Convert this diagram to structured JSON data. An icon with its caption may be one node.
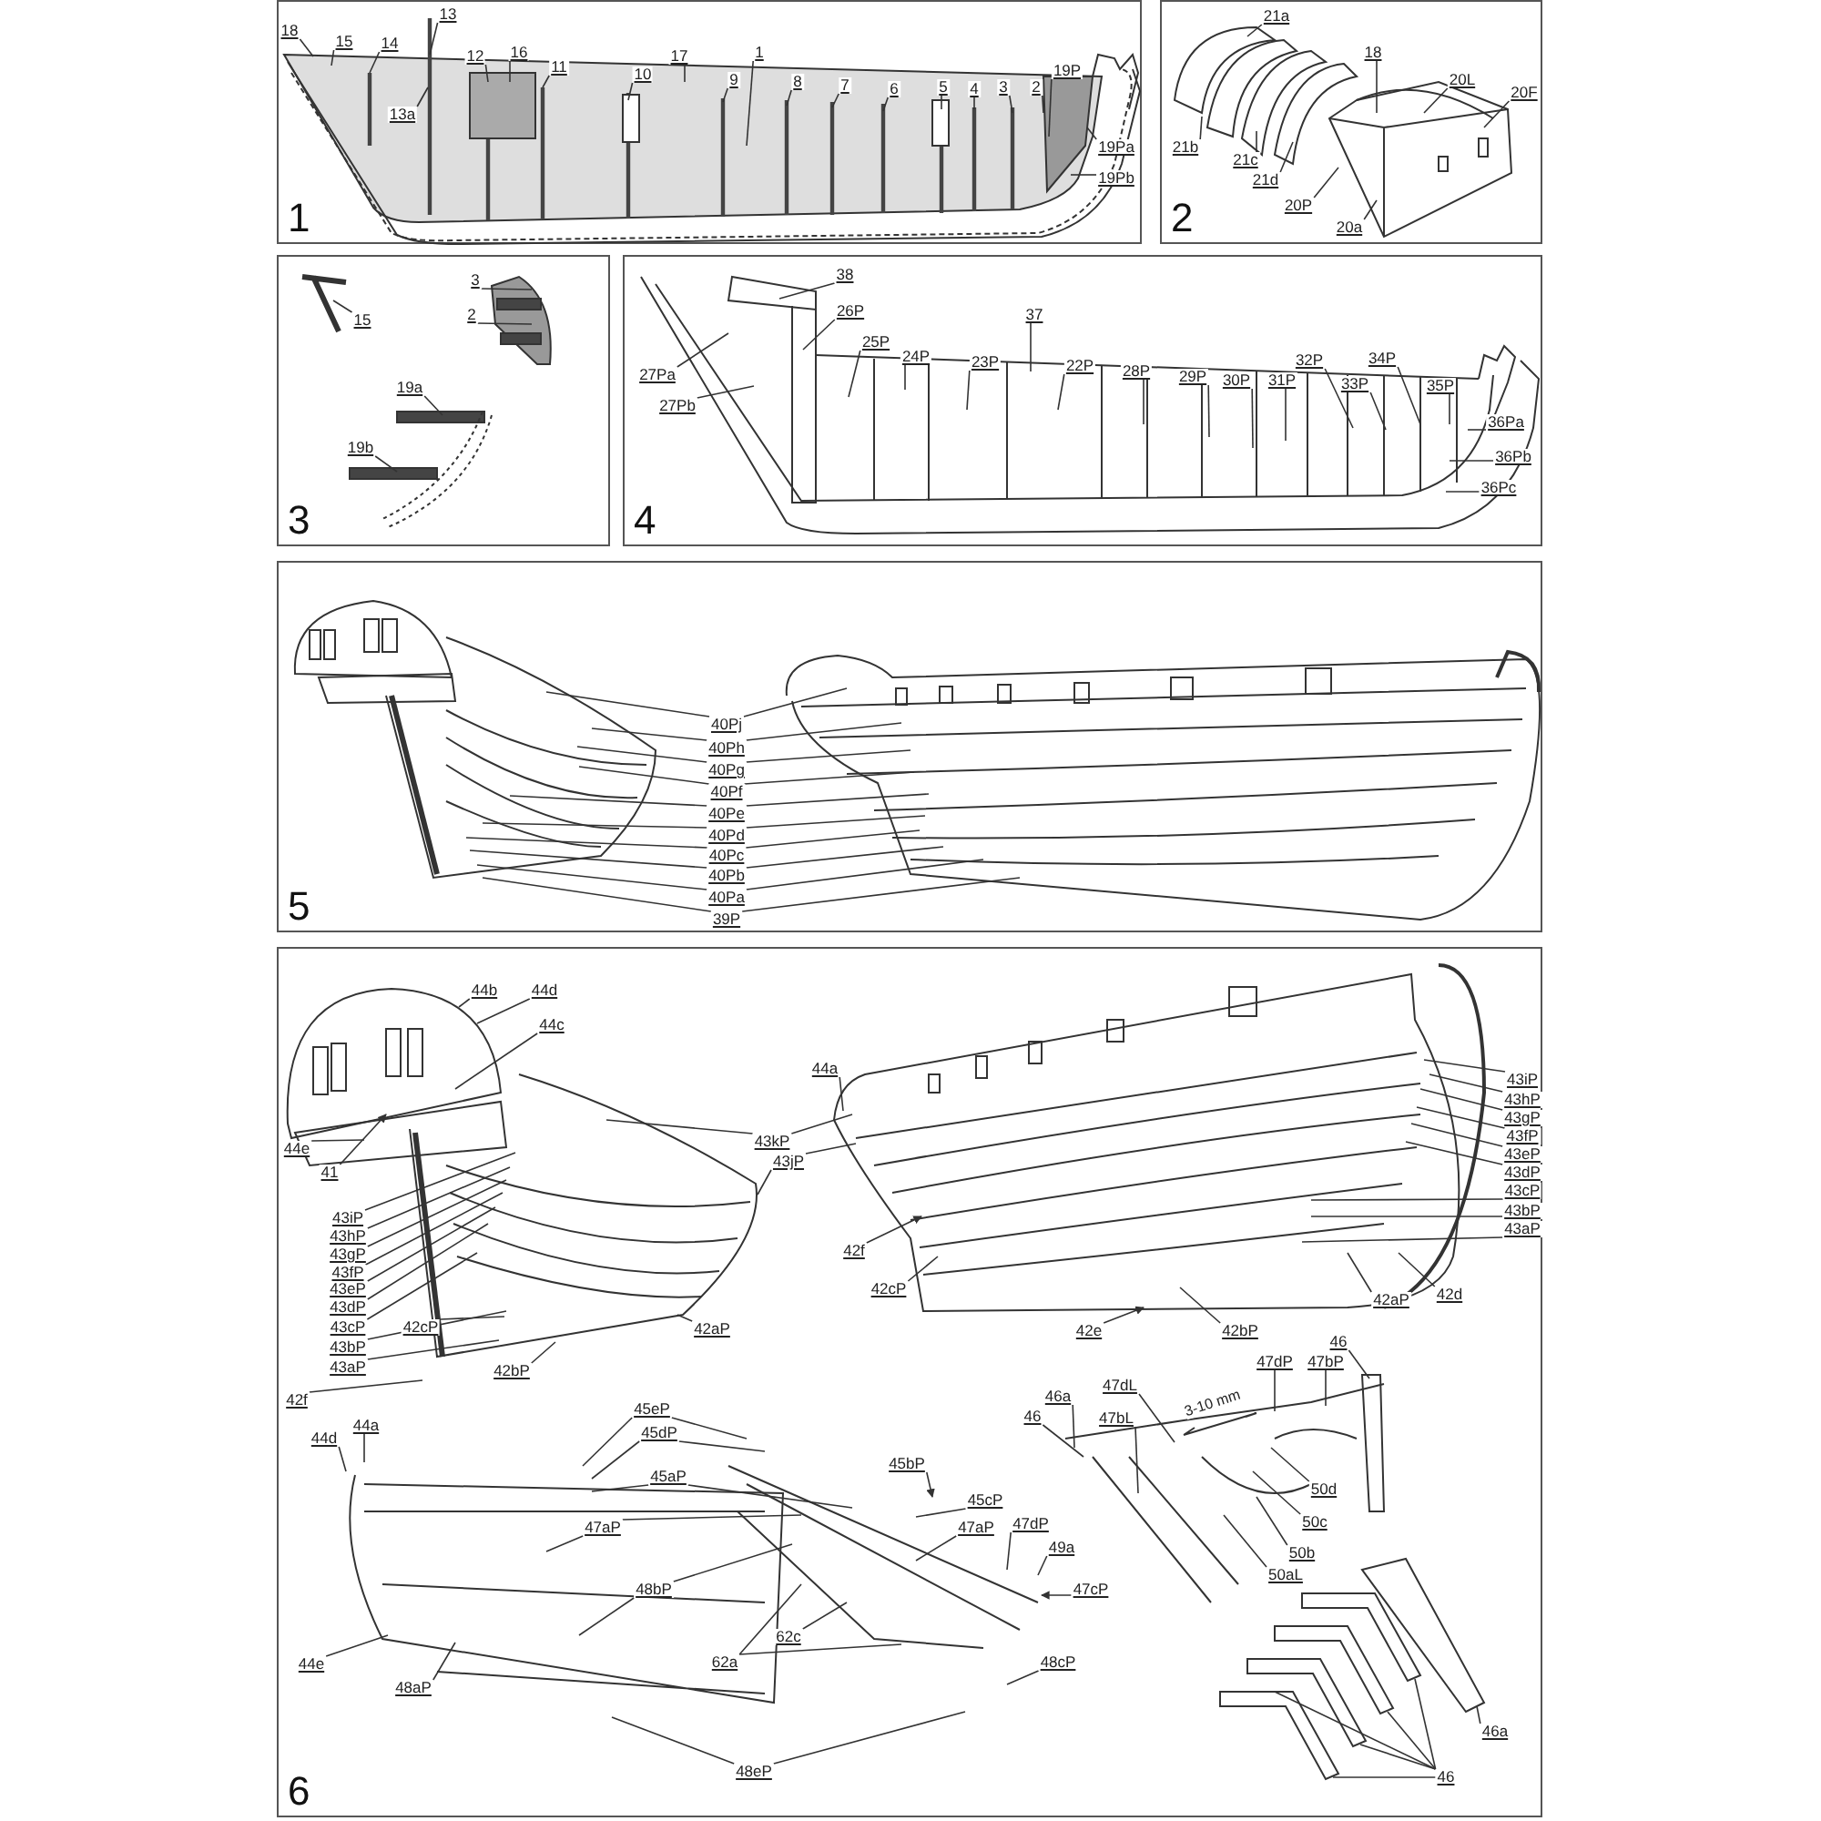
{
  "diagram": {
    "nodes": [
      {
        "text": [
          "1"
        ]
      },
      {
        "text": [
          "2"
        ]
      },
      {
        "text": [
          "3"
        ]
      },
      {
        "text": [
          "4"
        ]
      },
      {
        "text": [
          "5"
        ]
      },
      {
        "text": [
          "6"
        ]
      },
      {
        "text": [
          "18"
        ],
        "in": 0
      },
      {
        "text": [
          "15"
        ],
        "in": 0
      },
      {
        "text": [
          "14"
        ],
        "in": 0
      },
      {
        "text": [
          "13"
        ],
        "in": 0
      },
      {
        "text": [
          "13a"
        ],
        "in": 0
      },
      {
        "text": [
          "12"
        ],
        "in": 0
      },
      {
        "text": [
          "16"
        ],
        "in": 0
      },
      {
        "text": [
          "11"
        ],
        "in": 0
      },
      {
        "text": [
          "10"
        ],
        "in": 0
      },
      {
        "text": [
          "17"
        ],
        "in": 0
      },
      {
        "text": [
          "1"
        ],
        "in": 0
      },
      {
        "text": [
          "9"
        ],
        "in": 0
      },
      {
        "text": [
          "8"
        ],
        "in": 0
      },
      {
        "text": [
          "7"
        ],
        "in": 0
      },
      {
        "text": [
          "6"
        ],
        "in": 0
      },
      {
        "text": [
          "5"
        ],
        "in": 0
      },
      {
        "text": [
          "4"
        ],
        "in": 0
      },
      {
        "text": [
          "3"
        ],
        "in": 0
      },
      {
        "text": [
          "2"
        ],
        "in": 0
      },
      {
        "text": [
          "19P"
        ],
        "in": 0
      },
      {
        "text": [
          "19Pa"
        ],
        "in": 0
      },
      {
        "text": [
          "19Pb"
        ],
        "in": 0
      },
      {
        "text": [
          "21a"
        ],
        "in": 1
      },
      {
        "text": [
          "21b"
        ],
        "in": 1
      },
      {
        "text": [
          "21c"
        ],
        "in": 1
      },
      {
        "text": [
          "21d"
        ],
        "in": 1
      },
      {
        "text": [
          "18"
        ],
        "in": 1
      },
      {
        "text": [
          "20L"
        ],
        "in": 1
      },
      {
        "text": [
          "20F"
        ],
        "in": 1
      },
      {
        "text": [
          "20P"
        ],
        "in": 1
      },
      {
        "text": [
          "20a"
        ],
        "in": 1
      },
      {
        "text": [
          "15"
        ],
        "in": 2
      },
      {
        "text": [
          "3"
        ],
        "in": 2
      },
      {
        "text": [
          "2"
        ],
        "in": 2
      },
      {
        "text": [
          "19a"
        ],
        "in": 2
      },
      {
        "text": [
          "19b"
        ],
        "in": 2
      },
      {
        "text": [
          "38"
        ],
        "in": 3
      },
      {
        "text": [
          "26P"
        ],
        "in": 3
      },
      {
        "text": [
          "27Pa"
        ],
        "in": 3
      },
      {
        "text": [
          "25P"
        ],
        "in": 3
      },
      {
        "text": [
          "24P"
        ],
        "in": 3
      },
      {
        "text": [
          "37"
        ],
        "in": 3
      },
      {
        "text": [
          "23P"
        ],
        "in": 3
      },
      {
        "text": [
          "22P"
        ],
        "in": 3
      },
      {
        "text": [
          "28P"
        ],
        "in": 3
      },
      {
        "text": [
          "29P"
        ],
        "in": 3
      },
      {
        "text": [
          "30P"
        ],
        "in": 3
      },
      {
        "text": [
          "31P"
        ],
        "in": 3
      },
      {
        "text": [
          "32P"
        ],
        "in": 3
      },
      {
        "text": [
          "33P"
        ],
        "in": 3
      },
      {
        "text": [
          "34P"
        ],
        "in": 3
      },
      {
        "text": [
          "35P"
        ],
        "in": 3
      },
      {
        "text": [
          "27Pb"
        ],
        "in": 3
      },
      {
        "text": [
          "36Pa"
        ],
        "in": 3
      },
      {
        "text": [
          "36Pb"
        ],
        "in": 3
      },
      {
        "text": [
          "36Pc"
        ],
        "in": 3
      },
      {
        "text": [
          "40Pj"
        ],
        "in": 4
      },
      {
        "text": [
          "40Ph"
        ],
        "in": 4
      },
      {
        "text": [
          "40Pg"
        ],
        "in": 4
      },
      {
        "text": [
          "40Pf"
        ],
        "in": 4
      },
      {
        "text": [
          "40Pe"
        ],
        "in": 4
      },
      {
        "text": [
          "40Pd"
        ],
        "in": 4
      },
      {
        "text": [
          "40Pc"
        ],
        "in": 4
      },
      {
        "text": [
          "40Pb"
        ],
        "in": 4
      },
      {
        "text": [
          "40Pa"
        ],
        "in": 4
      },
      {
        "text": [
          "39P"
        ],
        "in": 4
      },
      {
        "text": [
          "44b"
        ],
        "in": 5
      },
      {
        "text": [
          "44d"
        ],
        "in": 5
      },
      {
        "text": [
          "44c"
        ],
        "in": 5
      },
      {
        "text": [
          "44e"
        ],
        "in": 5
      },
      {
        "text": [
          "41"
        ],
        "in": 5
      },
      {
        "text": [
          "43kP"
        ],
        "in": 5
      },
      {
        "text": [
          "43jP"
        ],
        "in": 5
      },
      {
        "text": [
          "44a"
        ],
        "in": 5
      },
      {
        "text": [
          "43iP"
        ],
        "in": 5
      },
      {
        "text": [
          "43hP"
        ],
        "in": 5
      },
      {
        "text": [
          "43gP"
        ],
        "in": 5
      },
      {
        "text": [
          "43fP"
        ],
        "in": 5
      },
      {
        "text": [
          "43eP"
        ],
        "in": 5
      },
      {
        "text": [
          "43dP"
        ],
        "in": 5
      },
      {
        "text": [
          "43cP"
        ],
        "in": 5
      },
      {
        "text": [
          "42cP"
        ],
        "in": 5
      },
      {
        "text": [
          "43bP"
        ],
        "in": 5
      },
      {
        "text": [
          "43aP"
        ],
        "in": 5
      },
      {
        "text": [
          "42aP"
        ],
        "in": 5
      },
      {
        "text": [
          "42bP"
        ],
        "in": 5
      },
      {
        "text": [
          "42f"
        ],
        "in": 5
      },
      {
        "text": [
          "43iP"
        ],
        "in": 5
      },
      {
        "text": [
          "43hP"
        ],
        "in": 5
      },
      {
        "text": [
          "43gP"
        ],
        "in": 5
      },
      {
        "text": [
          "43fP"
        ],
        "in": 5
      },
      {
        "text": [
          "43eP"
        ],
        "in": 5
      },
      {
        "text": [
          "43dP"
        ],
        "in": 5
      },
      {
        "text": [
          "43cP"
        ],
        "in": 5
      },
      {
        "text": [
          "43bP"
        ],
        "in": 5
      },
      {
        "text": [
          "43aP"
        ],
        "in": 5
      },
      {
        "text": [
          "42f"
        ],
        "in": 5
      },
      {
        "text": [
          "42cP"
        ],
        "in": 5
      },
      {
        "text": [
          "42aP"
        ],
        "in": 5
      },
      {
        "text": [
          "42d"
        ],
        "in": 5
      },
      {
        "text": [
          "42e"
        ],
        "in": 5
      },
      {
        "text": [
          "42bP"
        ],
        "in": 5
      },
      {
        "text": [
          "46"
        ],
        "in": 5
      },
      {
        "text": [
          "47dP"
        ],
        "in": 5
      },
      {
        "text": [
          "47bP"
        ],
        "in": 5
      },
      {
        "text": [
          "47dL"
        ],
        "in": 5
      },
      {
        "text": [
          "46a"
        ],
        "in": 5
      },
      {
        "text": [
          "46"
        ],
        "in": 5
      },
      {
        "text": [
          "47bL"
        ],
        "in": 5
      },
      {
        "text": [
          "50d"
        ],
        "in": 5
      },
      {
        "text": [
          "50c"
        ],
        "in": 5
      },
      {
        "text": [
          "50b"
        ],
        "in": 5
      },
      {
        "text": [
          "50aL"
        ],
        "in": 5
      },
      {
        "text": [
          "44d"
        ],
        "in": 5
      },
      {
        "text": [
          "44a"
        ],
        "in": 5
      },
      {
        "text": [
          "45eP"
        ],
        "in": 5
      },
      {
        "text": [
          "45dP"
        ],
        "in": 5
      },
      {
        "text": [
          "45aP"
        ],
        "in": 5
      },
      {
        "text": [
          "45bP"
        ],
        "in": 5
      },
      {
        "text": [
          "45cP"
        ],
        "in": 5
      },
      {
        "text": [
          "47aP"
        ],
        "in": 5
      },
      {
        "text": [
          "47aP"
        ],
        "in": 5
      },
      {
        "text": [
          "47dP"
        ],
        "in": 5
      },
      {
        "text": [
          "49a"
        ],
        "in": 5
      },
      {
        "text": [
          "47cP"
        ],
        "in": 5
      },
      {
        "text": [
          "48bP"
        ],
        "in": 5
      },
      {
        "text": [
          "62c"
        ],
        "in": 5
      },
      {
        "text": [
          "62a"
        ],
        "in": 5
      },
      {
        "text": [
          "48cP"
        ],
        "in": 5
      },
      {
        "text": [
          "44e"
        ],
        "in": 5
      },
      {
        "text": [
          "48aP"
        ],
        "in": 5
      },
      {
        "text": [
          "48eP"
        ],
        "in": 5
      },
      {
        "text": [
          "46"
        ],
        "in": 5
      },
      {
        "text": [
          "46a"
        ],
        "in": 5
      }
    ],
    "edges": [
      {
        "from": 6,
        "to": null,
        "arrow": "none"
      },
      {
        "from": 7,
        "to": null,
        "arrow": "none"
      },
      {
        "from": 8,
        "to": null,
        "arrow": "none"
      },
      {
        "from": 9,
        "to": null,
        "arrow": "none"
      },
      {
        "from": 10,
        "to": null,
        "arrow": "none"
      },
      {
        "from": 11,
        "to": null,
        "arrow": "none"
      },
      {
        "from": 12,
        "to": null,
        "arrow": "none"
      },
      {
        "from": 13,
        "to": null,
        "arrow": "none"
      },
      {
        "from": 14,
        "to": null,
        "arrow": "none"
      },
      {
        "from": 15,
        "to": null,
        "arrow": "none"
      },
      {
        "from": 16,
        "to": null,
        "arrow": "none"
      },
      {
        "from": 17,
        "to": null,
        "arrow": "none"
      },
      {
        "from": 18,
        "to": null,
        "arrow": "none"
      },
      {
        "from": 19,
        "to": null,
        "arrow": "none"
      },
      {
        "from": 20,
        "to": null,
        "arrow": "none"
      },
      {
        "from": 21,
        "to": null,
        "arrow": "none"
      },
      {
        "from": 22,
        "to": null,
        "arrow": "none"
      },
      {
        "from": 23,
        "to": null,
        "arrow": "none"
      },
      {
        "from": 24,
        "to": null,
        "arrow": "none"
      },
      {
        "from": 25,
        "to": null,
        "arrow": "none"
      },
      {
        "from": 26,
        "to": null,
        "arrow": "none"
      },
      {
        "from": 27,
        "to": null,
        "arrow": "none"
      },
      {
        "from": 28,
        "to": null,
        "arrow": "none"
      },
      {
        "from": 29,
        "to": null,
        "arrow": "none"
      },
      {
        "from": 30,
        "to": null,
        "arrow": "none"
      },
      {
        "from": 31,
        "to": null,
        "arrow": "none"
      },
      {
        "from": 32,
        "to": null,
        "arrow": "none"
      },
      {
        "from": 33,
        "to": null,
        "arrow": "none"
      },
      {
        "from": 34,
        "to": null,
        "arrow": "none"
      },
      {
        "from": 35,
        "to": null,
        "arrow": "none"
      },
      {
        "from": 36,
        "to": null,
        "arrow": "none"
      },
      {
        "from": 37,
        "to": null,
        "arrow": "none"
      },
      {
        "from": 38,
        "to": null,
        "arrow": "none"
      },
      {
        "from": 39,
        "to": null,
        "arrow": "none"
      },
      {
        "from": 40,
        "to": null,
        "arrow": "none"
      },
      {
        "from": 41,
        "to": null,
        "arrow": "none"
      },
      {
        "from": 42,
        "to": null,
        "arrow": "none"
      },
      {
        "from": 43,
        "to": null,
        "arrow": "none"
      },
      {
        "from": 44,
        "to": null,
        "arrow": "none"
      },
      {
        "from": 45,
        "to": null,
        "arrow": "none"
      },
      {
        "from": 46,
        "to": null,
        "arrow": "none"
      },
      {
        "from": 47,
        "to": null,
        "arrow": "none"
      },
      {
        "from": 48,
        "to": null,
        "arrow": "none"
      },
      {
        "from": 49,
        "to": null,
        "arrow": "none"
      },
      {
        "from": 50,
        "to": null,
        "arrow": "none"
      },
      {
        "from": 51,
        "to": null,
        "arrow": "none"
      },
      {
        "from": 52,
        "to": null,
        "arrow": "none"
      },
      {
        "from": 53,
        "to": null,
        "arrow": "none"
      },
      {
        "from": 54,
        "to": null,
        "arrow": "none"
      },
      {
        "from": 55,
        "to": null,
        "arrow": "none"
      },
      {
        "from": 56,
        "to": null,
        "arrow": "none"
      },
      {
        "from": 57,
        "to": null,
        "arrow": "none"
      },
      {
        "from": 58,
        "to": null,
        "arrow": "none"
      },
      {
        "from": 59,
        "to": null,
        "arrow": "none"
      },
      {
        "from": 60,
        "to": null,
        "arrow": "none"
      },
      {
        "from": 61,
        "to": null,
        "arrow": "none"
      },
      {
        "from": 62,
        "to": null,
        "arrow": "none"
      },
      {
        "from": 62,
        "to": null,
        "arrow": "none"
      },
      {
        "from": 63,
        "to": null,
        "arrow": "none"
      },
      {
        "from": 63,
        "to": null,
        "arrow": "none"
      },
      {
        "from": 64,
        "to": null,
        "arrow": "none"
      },
      {
        "from": 64,
        "to": null,
        "arrow": "none"
      },
      {
        "from": 65,
        "to": null,
        "arrow": "none"
      },
      {
        "from": 65,
        "to": null,
        "arrow": "none"
      },
      {
        "from": 66,
        "to": null,
        "arrow": "none"
      },
      {
        "from": 66,
        "to": null,
        "arrow": "none"
      },
      {
        "from": 67,
        "to": null,
        "arrow": "none"
      },
      {
        "from": 67,
        "to": null,
        "arrow": "none"
      },
      {
        "from": 68,
        "to": null,
        "arrow": "none"
      },
      {
        "from": 68,
        "to": null,
        "arrow": "none"
      },
      {
        "from": 69,
        "to": null,
        "arrow": "none"
      },
      {
        "from": 69,
        "to": null,
        "arrow": "none"
      },
      {
        "from": 70,
        "to": null,
        "arrow": "none"
      },
      {
        "from": 70,
        "to": null,
        "arrow": "none"
      },
      {
        "from": 71,
        "to": null,
        "arrow": "none"
      },
      {
        "from": 71,
        "to": null,
        "arrow": "none"
      },
      {
        "from": 72,
        "to": null,
        "arrow": "none"
      },
      {
        "from": 73,
        "to": null,
        "arrow": "none"
      },
      {
        "from": 74,
        "to": null,
        "arrow": "none"
      },
      {
        "from": 75,
        "to": null,
        "arrow": "none"
      },
      {
        "from": 76,
        "to": null,
        "arrow": "to"
      },
      {
        "from": 77,
        "to": null,
        "arrow": "none"
      },
      {
        "from": 77,
        "to": null,
        "arrow": "none"
      },
      {
        "from": 78,
        "to": null,
        "arrow": "none"
      },
      {
        "from": 78,
        "to": null,
        "arrow": "none"
      },
      {
        "from": 79,
        "to": null,
        "arrow": "none"
      },
      {
        "from": 80,
        "to": null,
        "arrow": "none"
      },
      {
        "from": 81,
        "to": null,
        "arrow": "none"
      },
      {
        "from": 82,
        "to": null,
        "arrow": "none"
      },
      {
        "from": 83,
        "to": null,
        "arrow": "none"
      },
      {
        "from": 84,
        "to": null,
        "arrow": "none"
      },
      {
        "from": 85,
        "to": null,
        "arrow": "none"
      },
      {
        "from": 86,
        "to": null,
        "arrow": "none"
      },
      {
        "from": 87,
        "to": null,
        "arrow": "none"
      },
      {
        "from": 88,
        "to": null,
        "arrow": "none"
      },
      {
        "from": 89,
        "to": null,
        "arrow": "none"
      },
      {
        "from": 90,
        "to": null,
        "arrow": "none"
      },
      {
        "from": 91,
        "to": null,
        "arrow": "none"
      },
      {
        "from": 92,
        "to": null,
        "arrow": "none"
      },
      {
        "from": 93,
        "to": null,
        "arrow": "none"
      },
      {
        "from": 94,
        "to": null,
        "arrow": "none"
      },
      {
        "from": 95,
        "to": null,
        "arrow": "none"
      },
      {
        "from": 96,
        "to": null,
        "arrow": "none"
      },
      {
        "from": 97,
        "to": null,
        "arrow": "none"
      },
      {
        "from": 98,
        "to": null,
        "arrow": "none"
      },
      {
        "from": 99,
        "to": null,
        "arrow": "none"
      },
      {
        "from": 100,
        "to": null,
        "arrow": "none"
      },
      {
        "from": 101,
        "to": null,
        "arrow": "none"
      },
      {
        "from": 102,
        "to": null,
        "arrow": "to"
      },
      {
        "from": 103,
        "to": null,
        "arrow": "none"
      },
      {
        "from": 104,
        "to": null,
        "arrow": "none"
      },
      {
        "from": 105,
        "to": null,
        "arrow": "none"
      },
      {
        "from": 106,
        "to": null,
        "arrow": "to"
      },
      {
        "from": 107,
        "to": null,
        "arrow": "none"
      },
      {
        "from": 108,
        "to": null,
        "arrow": "none"
      },
      {
        "from": 109,
        "to": null,
        "arrow": "none"
      },
      {
        "from": 110,
        "to": null,
        "arrow": "none"
      },
      {
        "from": 111,
        "to": null,
        "arrow": "none"
      },
      {
        "from": 112,
        "to": null,
        "arrow": "none"
      },
      {
        "from": 113,
        "to": null,
        "arrow": "none"
      },
      {
        "from": 114,
        "to": null,
        "arrow": "none"
      },
      {
        "from": 115,
        "to": null,
        "arrow": "none"
      },
      {
        "from": 116,
        "to": null,
        "arrow": "none"
      },
      {
        "from": 117,
        "to": null,
        "arrow": "none"
      },
      {
        "from": 118,
        "to": null,
        "arrow": "none"
      },
      {
        "from": 119,
        "to": null,
        "arrow": "none"
      },
      {
        "from": 120,
        "to": null,
        "arrow": "none"
      },
      {
        "from": 121,
        "to": null,
        "arrow": "none"
      },
      {
        "from": 121,
        "to": null,
        "arrow": "none"
      },
      {
        "from": 122,
        "to": null,
        "arrow": "none"
      },
      {
        "from": 122,
        "to": null,
        "arrow": "none"
      },
      {
        "from": 123,
        "to": null,
        "arrow": "none"
      },
      {
        "from": 123,
        "to": null,
        "arrow": "none"
      },
      {
        "from": 124,
        "to": null,
        "arrow": "to"
      },
      {
        "from": 125,
        "to": null,
        "arrow": "none"
      },
      {
        "from": 126,
        "to": null,
        "arrow": "none"
      },
      {
        "from": 126,
        "to": null,
        "arrow": "none"
      },
      {
        "from": 127,
        "to": null,
        "arrow": "none"
      },
      {
        "from": 128,
        "to": null,
        "arrow": "none"
      },
      {
        "from": 129,
        "to": null,
        "arrow": "none"
      },
      {
        "from": 130,
        "to": null,
        "arrow": "to"
      },
      {
        "from": 131,
        "to": null,
        "arrow": "none"
      },
      {
        "from": 131,
        "to": null,
        "arrow": "none"
      },
      {
        "from": 132,
        "to": null,
        "arrow": "none"
      },
      {
        "from": 133,
        "to": null,
        "arrow": "none"
      },
      {
        "from": 133,
        "to": null,
        "arrow": "none"
      },
      {
        "from": 134,
        "to": null,
        "arrow": "none"
      },
      {
        "from": 135,
        "to": null,
        "arrow": "none"
      },
      {
        "from": 136,
        "to": null,
        "arrow": "none"
      },
      {
        "from": 137,
        "to": null,
        "arrow": "none"
      },
      {
        "from": 137,
        "to": null,
        "arrow": "none"
      },
      {
        "from": 138,
        "to": null,
        "arrow": "none"
      },
      {
        "from": 138,
        "to": null,
        "arrow": "none"
      },
      {
        "from": 138,
        "to": null,
        "arrow": "none"
      },
      {
        "from": 138,
        "to": null,
        "arrow": "none"
      },
      {
        "from": 138,
        "to": null,
        "arrow": "none"
      },
      {
        "from": 139,
        "to": null,
        "arrow": "none"
      }
    ],
    "labels": [
      "3-10 mm"
    ]
  }
}
